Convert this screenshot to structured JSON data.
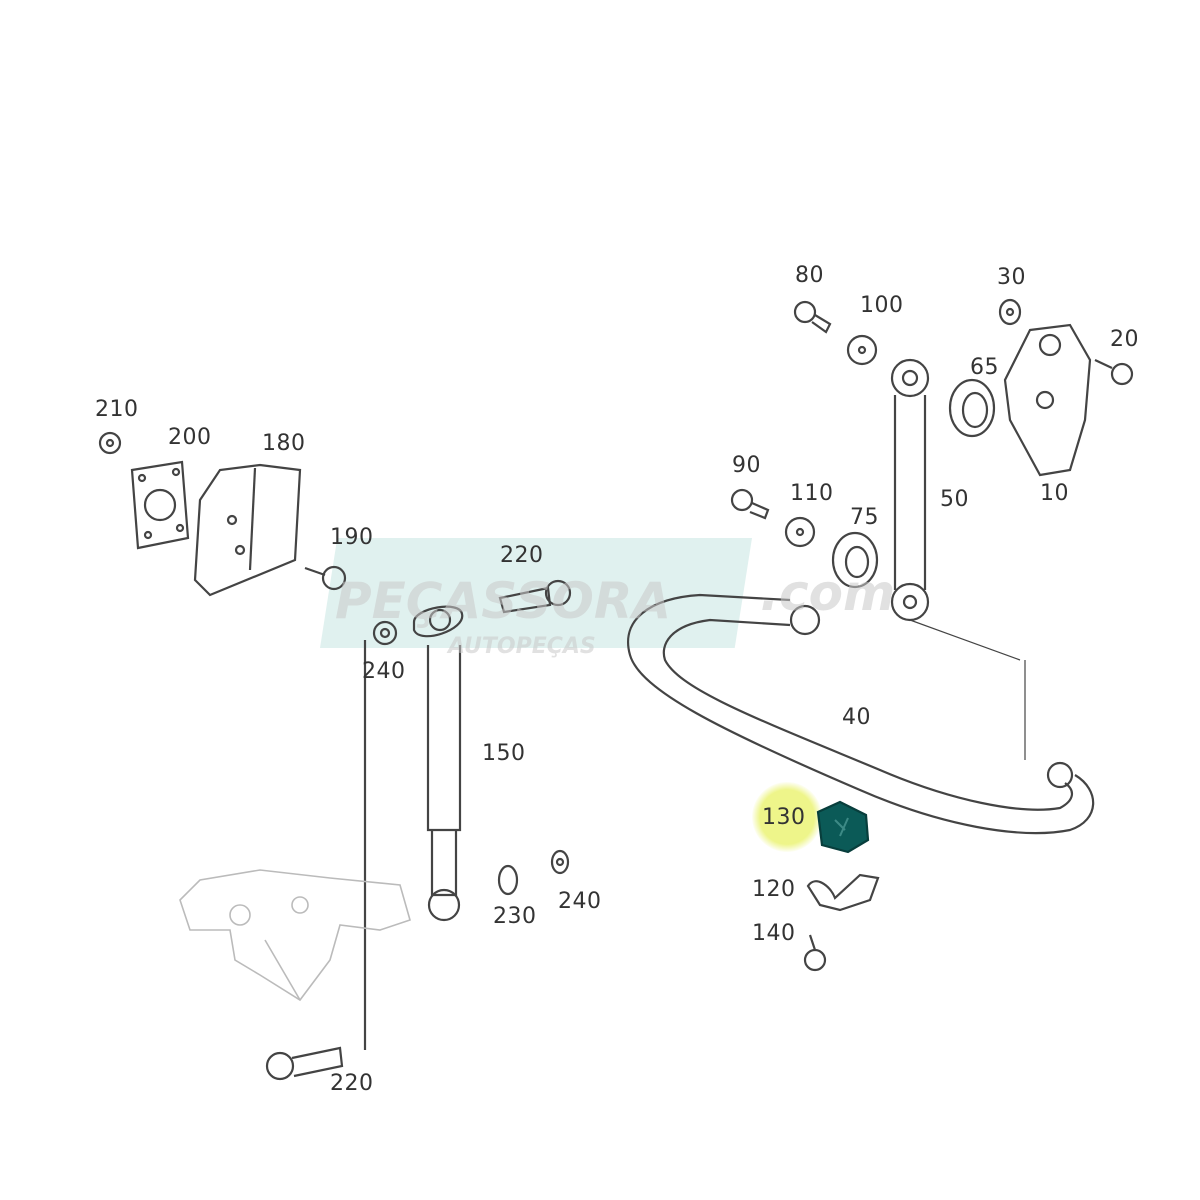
{
  "diagram": {
    "highlight_color": "#eef58a",
    "selected_part_color": "#0b5a57",
    "line_color": "#444444",
    "selected_part": "130",
    "labels": [
      "210",
      "200",
      "180",
      "190",
      "220",
      "240",
      "150",
      "230",
      "240",
      "220",
      "80",
      "100",
      "30",
      "20",
      "65",
      "10",
      "90",
      "110",
      "75",
      "50",
      "40",
      "130",
      "120",
      "140"
    ]
  },
  "watermark": {
    "brand": "PEÇASSORA",
    "suffix": ".com",
    "tagline": "AUTOPEÇAS",
    "color": "#bfe3e0"
  }
}
